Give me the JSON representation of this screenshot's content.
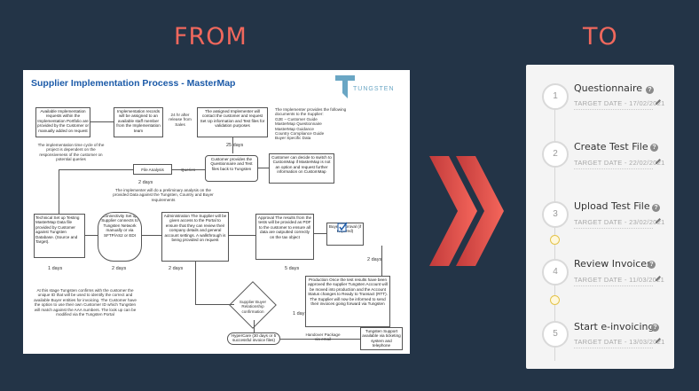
{
  "labels": {
    "from": "FROM",
    "to": "TO"
  },
  "doc": {
    "title": "Supplier Implementation Process - MasterMap",
    "logo_text": "TUNGSTEN",
    "b1": "Available Implementation requests within the Implementation Portfolio are provided by the Customer or manually added on request",
    "b2": "Implementation records will be assigned to an available staff member from the Implementation team",
    "n24": "24 hr after release from Sales",
    "b3": "The assigned Implementer will contact the customer and request Set Up information and Test files for validation purposes",
    "note1": "The Implementer provides the following documents to the Supplier:",
    "bullets": [
      "G2E – Customer Guide",
      "MasterMap Questionnaire",
      "MasterMap Guidance",
      "Country Compliance Guide",
      "Buyer Specific Data"
    ],
    "lifecycle": "The implementation time cycle of the project is dependent on the responsiveness of the customer on potential queries",
    "d25": "25 days",
    "b4": "Customer provides the Questionnaire and Test files back to Tungsten",
    "b5": "Customer can decide to switch to CustomMap if MasterMap is not an option and request further information on CustomMap",
    "file_analysis": "File Analysis",
    "queries": "Queries",
    "d2a": "2 days",
    "prelim": "The implementer will do a preliminary analysis on the provided Data against the Tungsten, Country and Buyer requirements",
    "tech": "Technical Set up Testing MasterMap Data file provided by Customer against Tungsten Database. (Source and Target).",
    "conn": "Connectivity Set up Supplier connects to Tungsten Network manually or via SFTP/AS2 or EDI",
    "admin": "Administration The Supplier will be given access to the Portal to ensure that they can review their company details and general account settings. A walkthrough is being provided on request",
    "approval": "Approval The results from the tests will be provided as PDF to the customer to ensure all data are outputted correctly on the tax object",
    "buyer_approval": "Buyer Approval (if required)",
    "d1": "1 days",
    "d2b": "2 days",
    "d2c": "2 days",
    "d5": "5 days",
    "d2d": "2 days",
    "stage_note": "At this stage Tungsten confirms with the customer the unique ID that will be used to identify the correct and available Buyer entities for invoicing. The Customer have the option to use their own Customer ID which Tungsten will match against the AAA numbers. The look up can be modified via the Tungsten Portal",
    "relationship": "Supplier Buyer Relationship confirmation",
    "production": "Production Once the test results have been approved the supplier Tungsten Account will be moved into production and the Account Status changes to Ready to Transact (RTT). The Supplier will now be informed to send their invoices going forward via Tungsten",
    "d1b": "1 day",
    "hypercare": "HyperCare (30 days or 5 successful invoice files)",
    "handover": "Handover Package via email",
    "support": "Tungsten Support available via ticketing system and telephone"
  },
  "steps": [
    {
      "num": "1",
      "title": "Questionnaire",
      "date": "TARGET DATE - 17/02/2021"
    },
    {
      "num": "2",
      "title": "Create Test File",
      "date": "TARGET DATE - 22/02/2021"
    },
    {
      "num": "3",
      "title": "Upload Test File",
      "date": "TARGET DATE - 23/02/2021"
    },
    {
      "num": "4",
      "title": "Review Invoices",
      "date": "TARGET DATE - 11/03/2021"
    },
    {
      "num": "5",
      "title": "Start e-invoicing",
      "date": "TARGET DATE - 13/03/2021"
    }
  ],
  "colors": {
    "bg": "#233447",
    "accent": "#f0685d",
    "title_blue": "#1b5aa8"
  }
}
